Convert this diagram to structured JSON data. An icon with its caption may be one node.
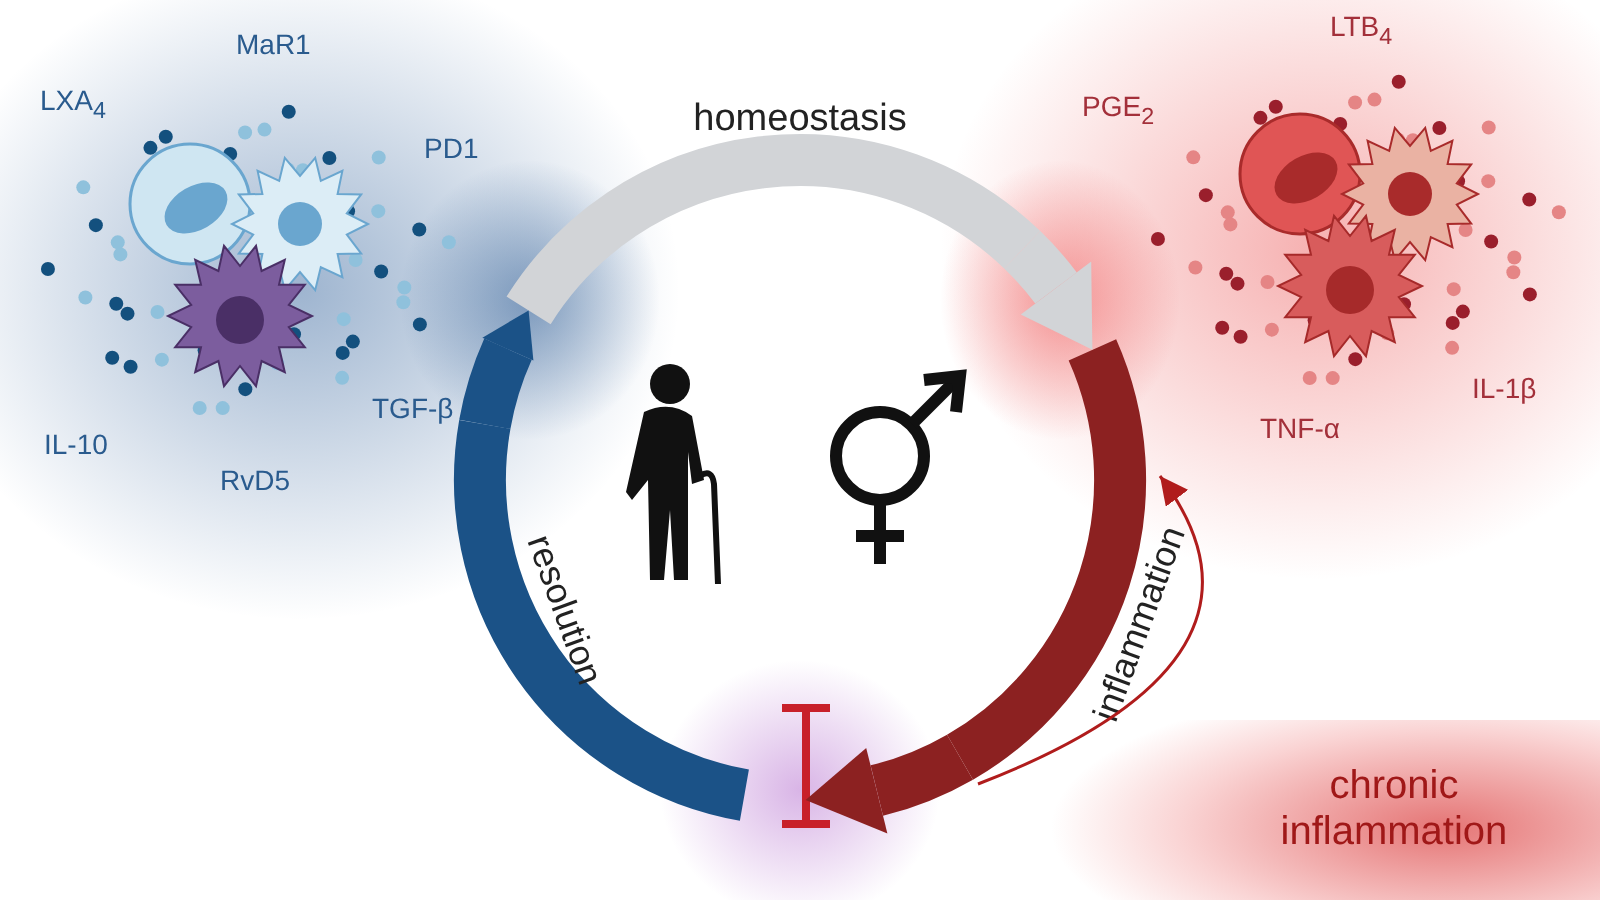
{
  "diagram": {
    "nodes": [
      {
        "text": [
          "homeostasis"
        ]
      },
      {
        "text": [
          "inflammation"
        ]
      },
      {
        "text": [
          "resolution"
        ]
      },
      {
        "text": [
          "chronic inflammation"
        ]
      },
      {
        "text": [],
        "shape": "bar"
      }
    ],
    "edges": [
      {
        "from": 0,
        "to": 1,
        "arrow": "to",
        "color": "#d2d4d7"
      },
      {
        "from": 1,
        "to": 4,
        "arrow": "to",
        "color": "#8c2121"
      },
      {
        "from": 2,
        "to": 0,
        "arrow": "to",
        "color": "#1b5287"
      },
      {
        "from": 3,
        "to": 1,
        "arrow": "to",
        "color": "#b01c1c"
      }
    ],
    "labels": [
      "MaR1",
      "LXA$_{4}$",
      "PD1",
      "TGF-β",
      "IL-10",
      "RvD5",
      "LTB$_{4}$",
      "PGE$_{2}$",
      "IL-1β",
      "TNF-α"
    ]
  }
}
